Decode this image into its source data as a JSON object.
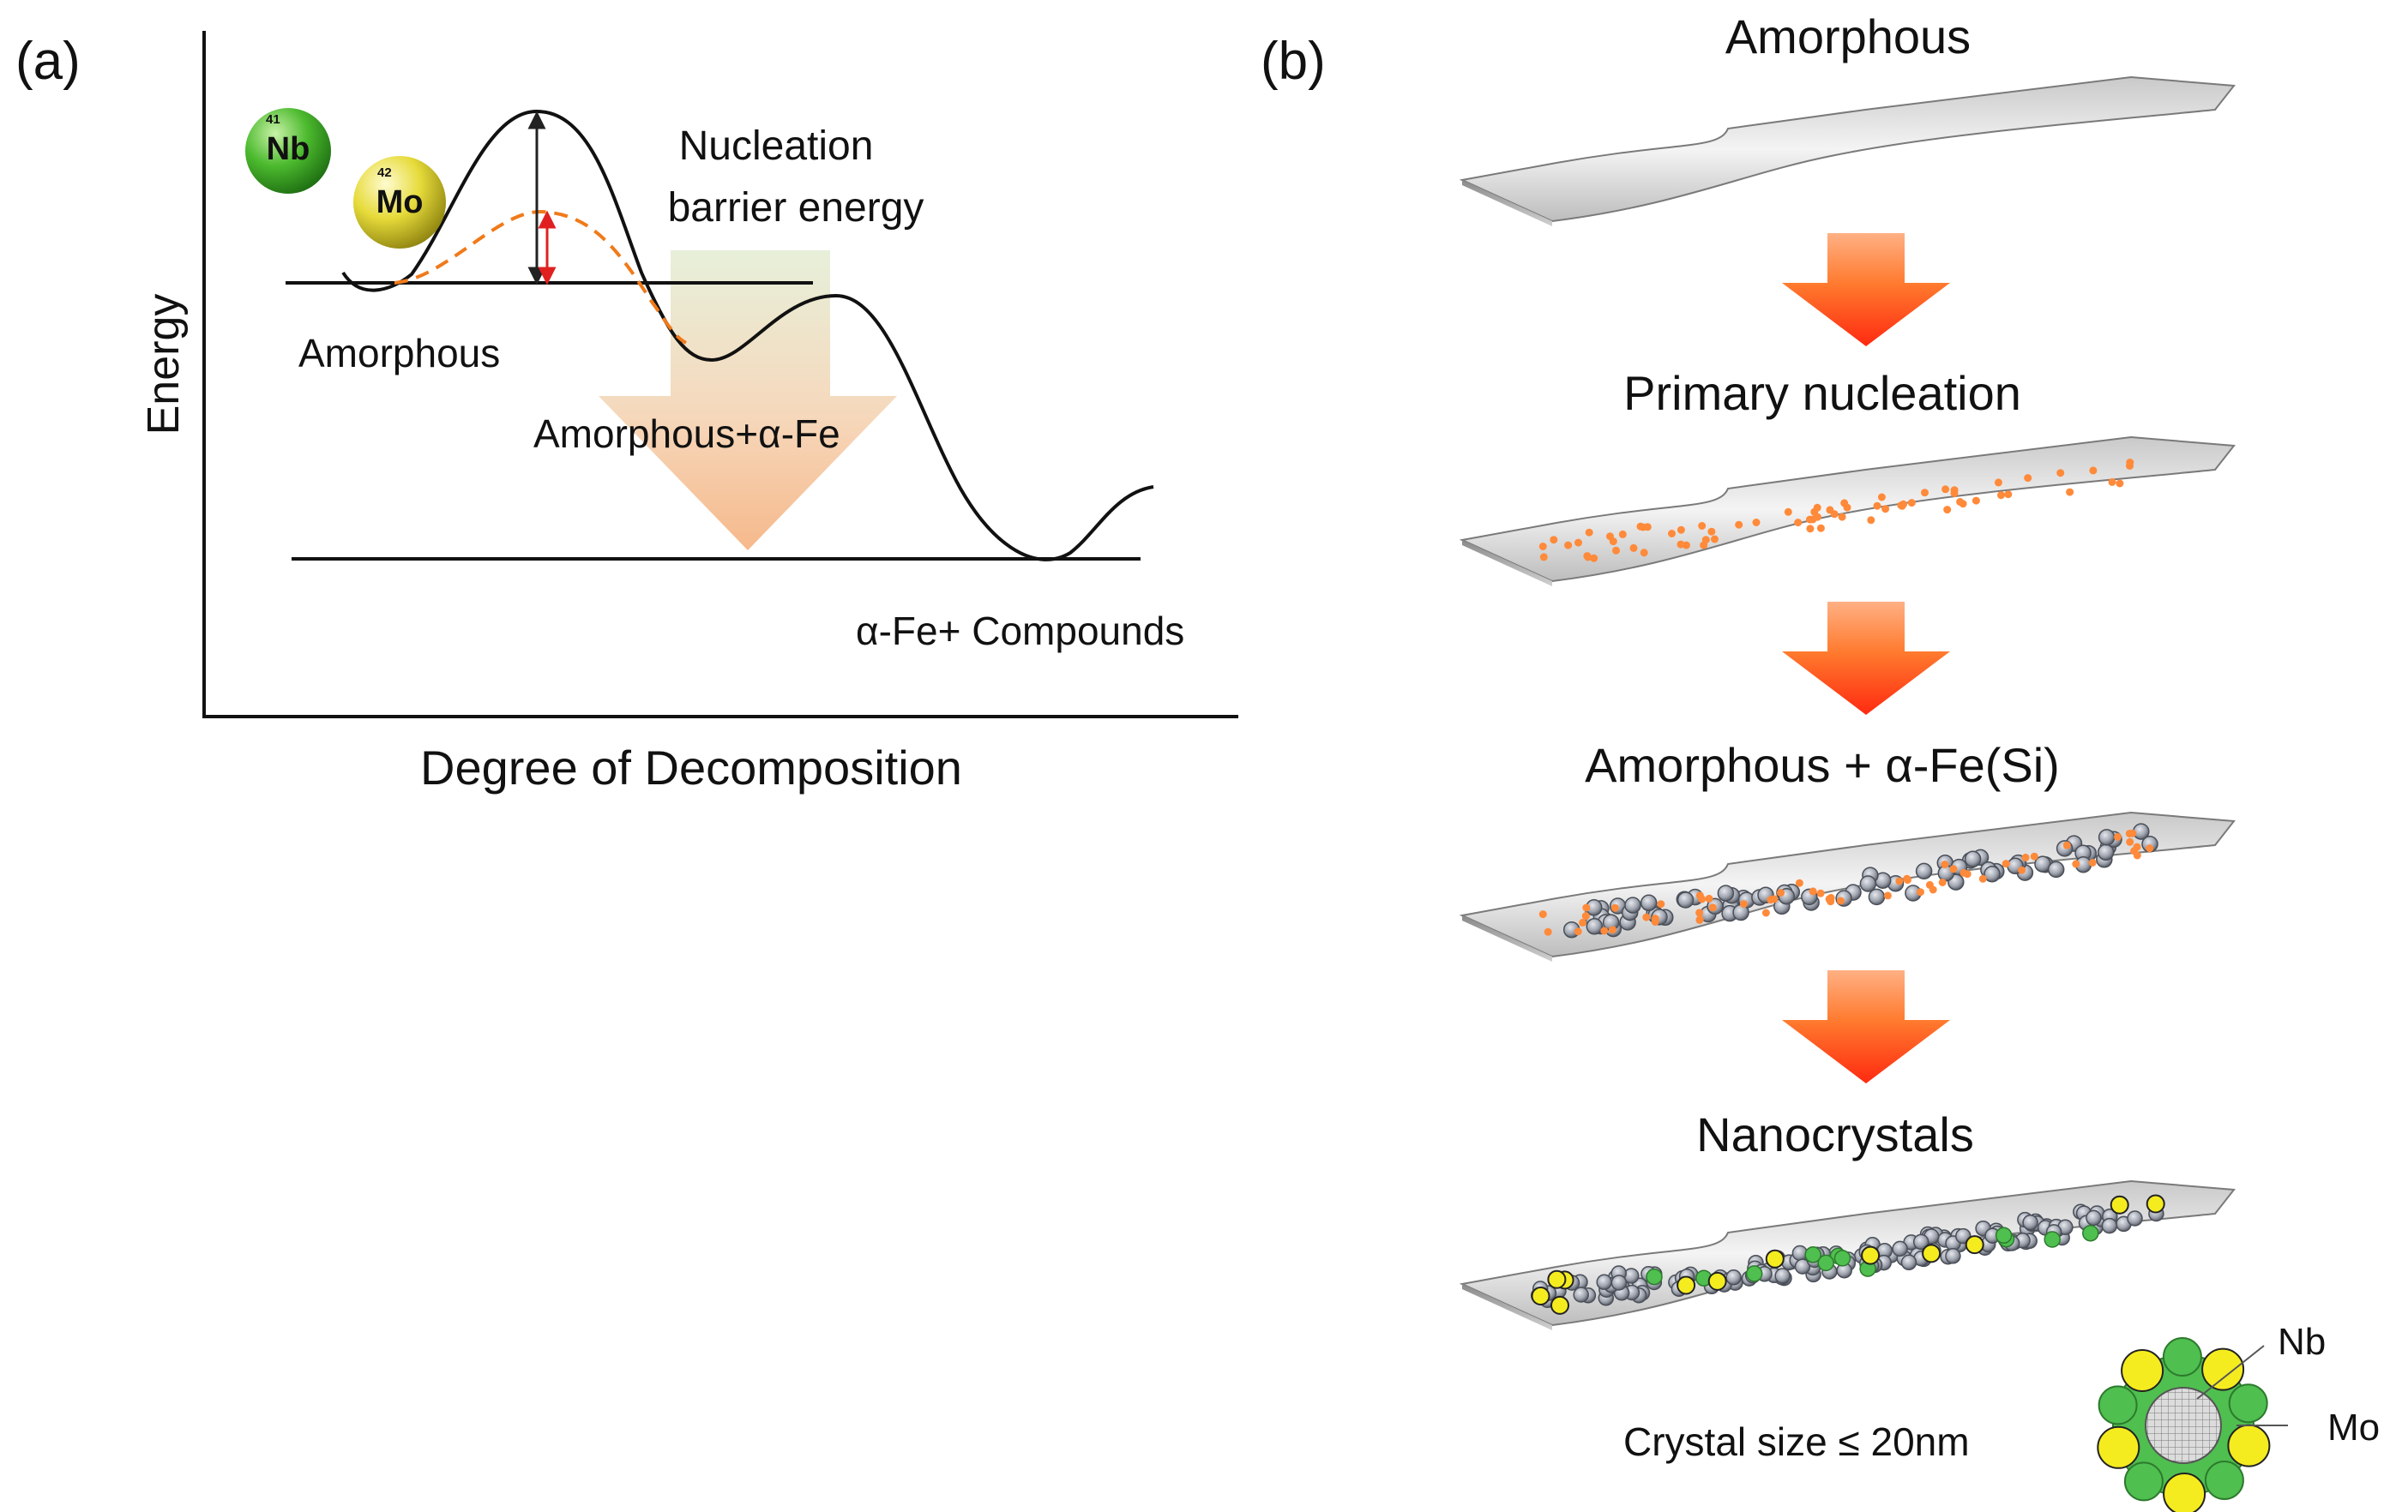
{
  "panel_a": {
    "label": "(a)",
    "y_axis_label": "Energy",
    "x_axis_label": "Degree of Decomposition",
    "state_amorphous": "Amorphous",
    "state_intermediate": "Amorphous+α-Fe",
    "state_final": "α-Fe+ Compounds",
    "barrier_line1": "Nucleation",
    "barrier_line2": "barrier energy",
    "element_nb": {
      "symbol": "Nb",
      "number": "41",
      "color": "#3aa43a"
    },
    "element_mo": {
      "symbol": "Mo",
      "number": "42",
      "color": "#e0d83a"
    }
  },
  "panel_b": {
    "label": "(b)",
    "stages": [
      "Amorphous",
      "Primary nucleation",
      "Amorphous + α-Fe(Si)",
      "Nanocrystals"
    ],
    "crystal_size": "Crystal size ≤ 20nm",
    "legend_nb": "Nb",
    "legend_mo": "Mo"
  },
  "colors": {
    "arrow": "#ff6a1a",
    "nucleus": "#ff8a3a",
    "crystal": "#6e7380",
    "nb_green": "#4fbf4f",
    "mo_yellow": "#f5ec1f",
    "dashed_curve": "#f07a1a",
    "small_arrow": "#e02020"
  }
}
